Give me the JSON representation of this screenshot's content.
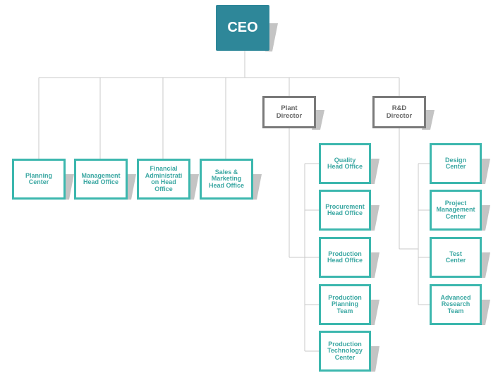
{
  "chart": {
    "ceo": "CEO",
    "direct_units": [
      "Planning\nCenter",
      "Management\nHead Office",
      "Financial\nAdministrati\non Head\nOffice",
      "Sales &\nMarketing\nHead Office"
    ],
    "directors": [
      {
        "title": "Plant\nDirector",
        "units": [
          "Quality\nHead Office",
          "Procurement\nHead Office",
          "Production\nHead Office",
          "Production\nPlanning\nTeam",
          "Production\nTechnology\nCenter"
        ]
      },
      {
        "title": "R&D\nDirector",
        "units": [
          "Design\nCenter",
          "Project\nManagement\nCenter",
          "Test\nCenter",
          "Advanced\nResearch\nTeam"
        ]
      }
    ]
  },
  "colors": {
    "ceo_fill": "#2e8799",
    "unit_border": "#3cb7ae",
    "director_border": "#7a7a7a",
    "connector": "#c8c8c8",
    "shadow": "#c4c4c4"
  }
}
